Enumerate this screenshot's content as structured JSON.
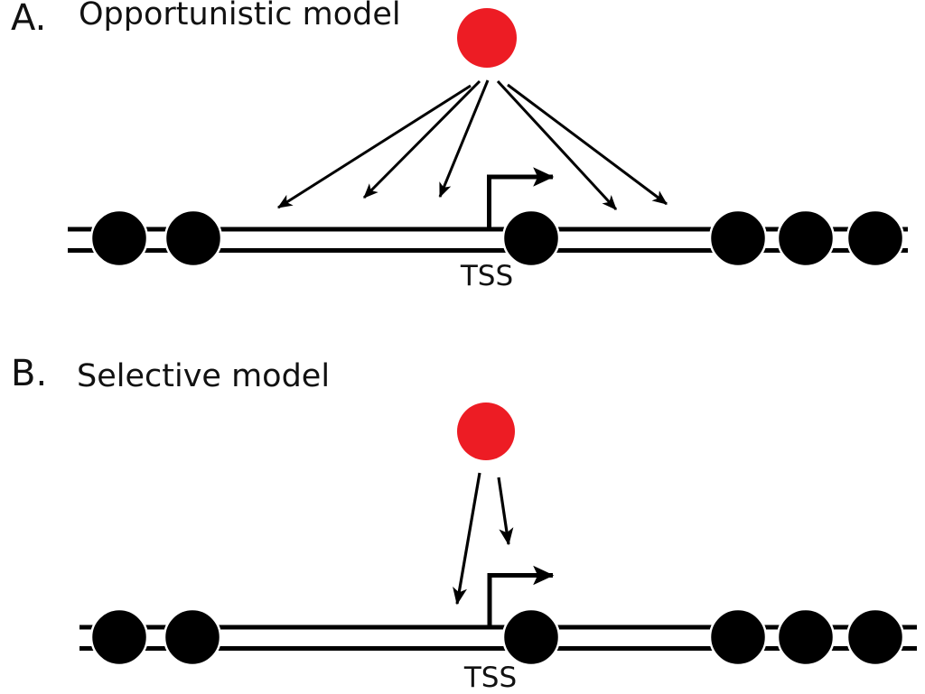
{
  "colors": {
    "factor_red": "#ed1c24",
    "ink": "#000000",
    "background": "#ffffff"
  },
  "panels": [
    {
      "label": "A.",
      "title": "Opportunistic model",
      "tss_label": "TSS",
      "factor_arrow_count": 5,
      "nucleosome_count": 6
    },
    {
      "label": "B.",
      "title": "Selective model",
      "tss_label": "TSS",
      "factor_arrow_count": 2,
      "nucleosome_count": 6
    }
  ]
}
